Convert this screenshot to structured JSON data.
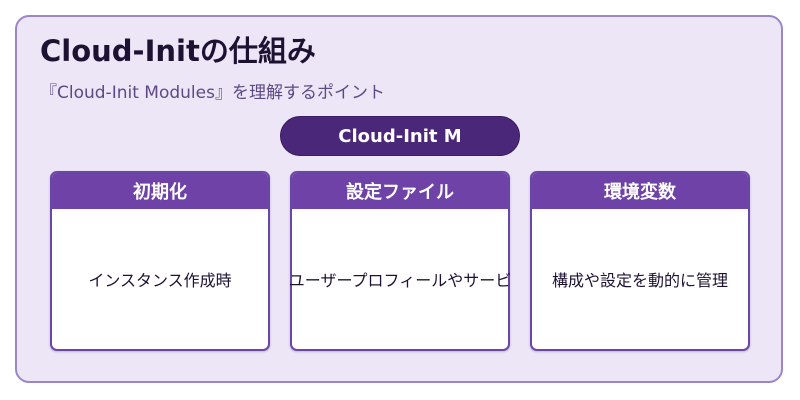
{
  "header": {
    "title": "Cloud-Initの仕組み",
    "subtitle": "『Cloud-Init Modules』を理解するポイント"
  },
  "center_label": "Cloud-Init M",
  "cards": [
    {
      "title": "初期化",
      "body": "インスタンス作成時"
    },
    {
      "title": "設定ファイル",
      "body": "ユーザープロフィールやサービ"
    },
    {
      "title": "環境変数",
      "body": "構成や設定を動的に管理"
    }
  ],
  "colors": {
    "background": "#ece6f6",
    "border": "#9a86c8",
    "pill": "#4b2779",
    "card_header": "#6e42a6",
    "title_text": "#1e1233"
  }
}
